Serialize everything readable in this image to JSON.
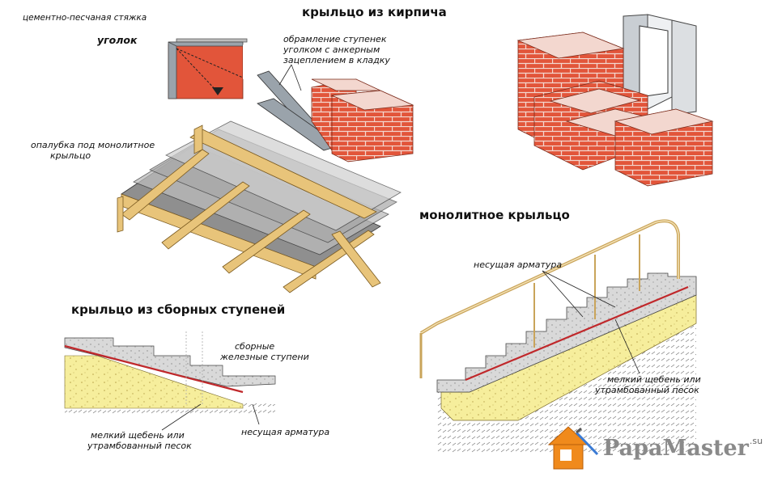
{
  "titles": {
    "brick": "крыльцо из кирпича",
    "monolithic": "монолитное крыльцо",
    "precast": "крыльцо из сборных ступеней"
  },
  "labels": {
    "screed": "цементно-песчаная стяжка",
    "corner": "уголок",
    "framing": [
      "обрамление ступенек",
      "уголком с анкерным",
      "зацеплением в кладку"
    ],
    "formwork": [
      "опалубка под монолитное",
      "крыльцо"
    ],
    "rebar_mono": "несущая арматура",
    "gravel_mono": [
      "мелкий щебень или",
      "утрамбованный песок"
    ],
    "precast_steps": [
      "сборные",
      "железные ступени"
    ],
    "gravel_precast": [
      "мелкий щебень или",
      "утрамбованный песок"
    ],
    "rebar_precast": "несущая арматура"
  },
  "brand": {
    "name": "PapaMaster",
    "tld": ".su"
  },
  "colors": {
    "brick": "#e2553a",
    "mortar": "#f3d7cf",
    "concrete": "#a9a9a9",
    "wood": "#e8c47a",
    "sand": "#f6ee9c",
    "rebar": "#c0282b",
    "steel": "#9aa3ab",
    "brand_orange": "#f08a1c"
  }
}
